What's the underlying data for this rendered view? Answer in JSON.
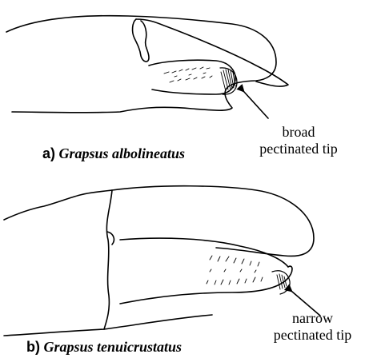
{
  "figure_a": {
    "letter": "a)",
    "species": "Grapsus albolineatus",
    "annotation_line1": "broad",
    "annotation_line2": "pectinated tip"
  },
  "figure_b": {
    "letter": "b)",
    "species": "Grapsus tenuicrustatus",
    "annotation_line1": "narrow",
    "annotation_line2": "pectinated tip"
  },
  "colors": {
    "ink": "#000000",
    "background": "#ffffff"
  }
}
